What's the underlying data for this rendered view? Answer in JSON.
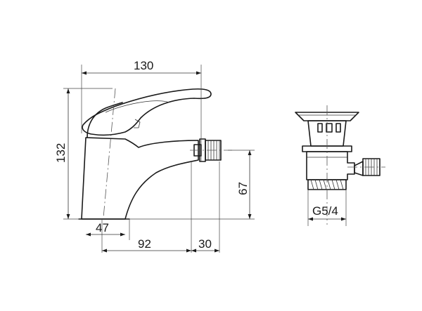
{
  "dimensions": {
    "width_total": "130",
    "height_total": "132",
    "base_width": "47",
    "spout_reach": "92",
    "connector": "30",
    "connector_height": "67",
    "thread": "G5/4"
  },
  "colors": {
    "line": "#1a1a1a",
    "background": "#ffffff"
  }
}
